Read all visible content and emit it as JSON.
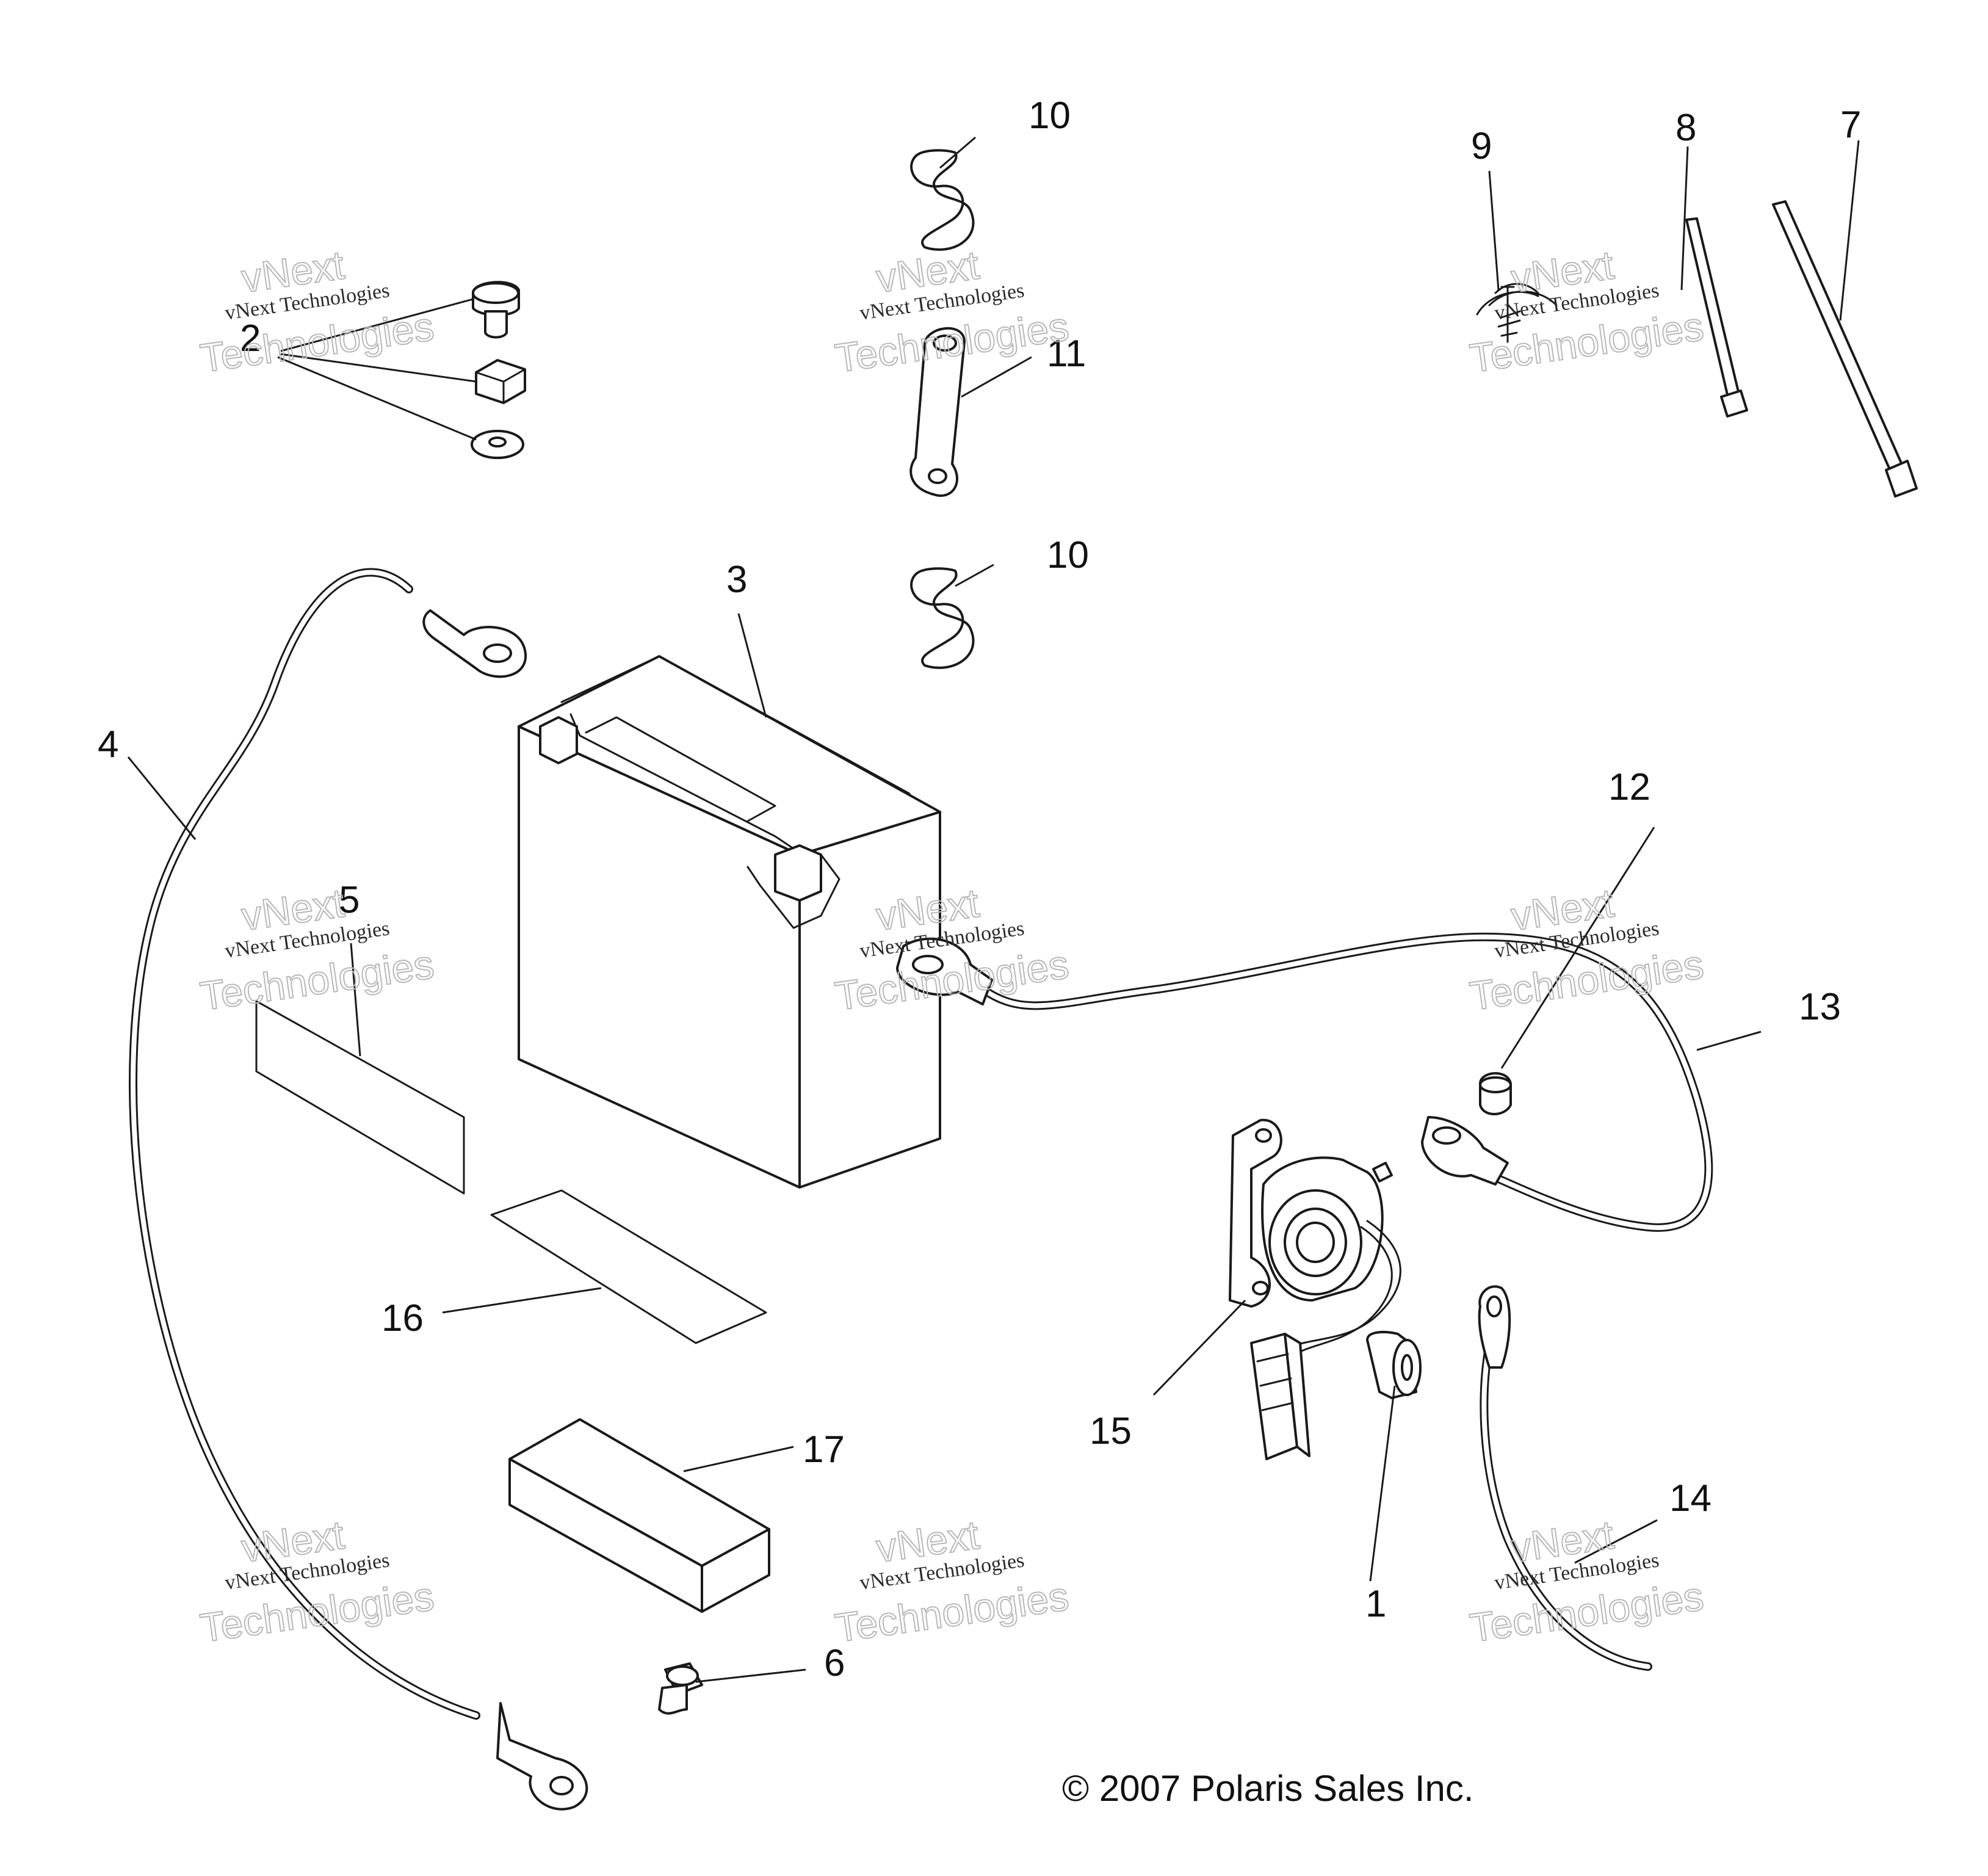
{
  "diagram": {
    "callouts": [
      "1",
      "2",
      "3",
      "4",
      "5",
      "6",
      "7",
      "8",
      "9",
      "10",
      "10",
      "11",
      "12",
      "13",
      "14",
      "15",
      "16",
      "17"
    ],
    "copyright": "© 2007 Polaris Sales Inc.",
    "watermark": {
      "line1": "vNext Technologies",
      "line2": "vNext",
      "line3": "Technologies"
    }
  }
}
